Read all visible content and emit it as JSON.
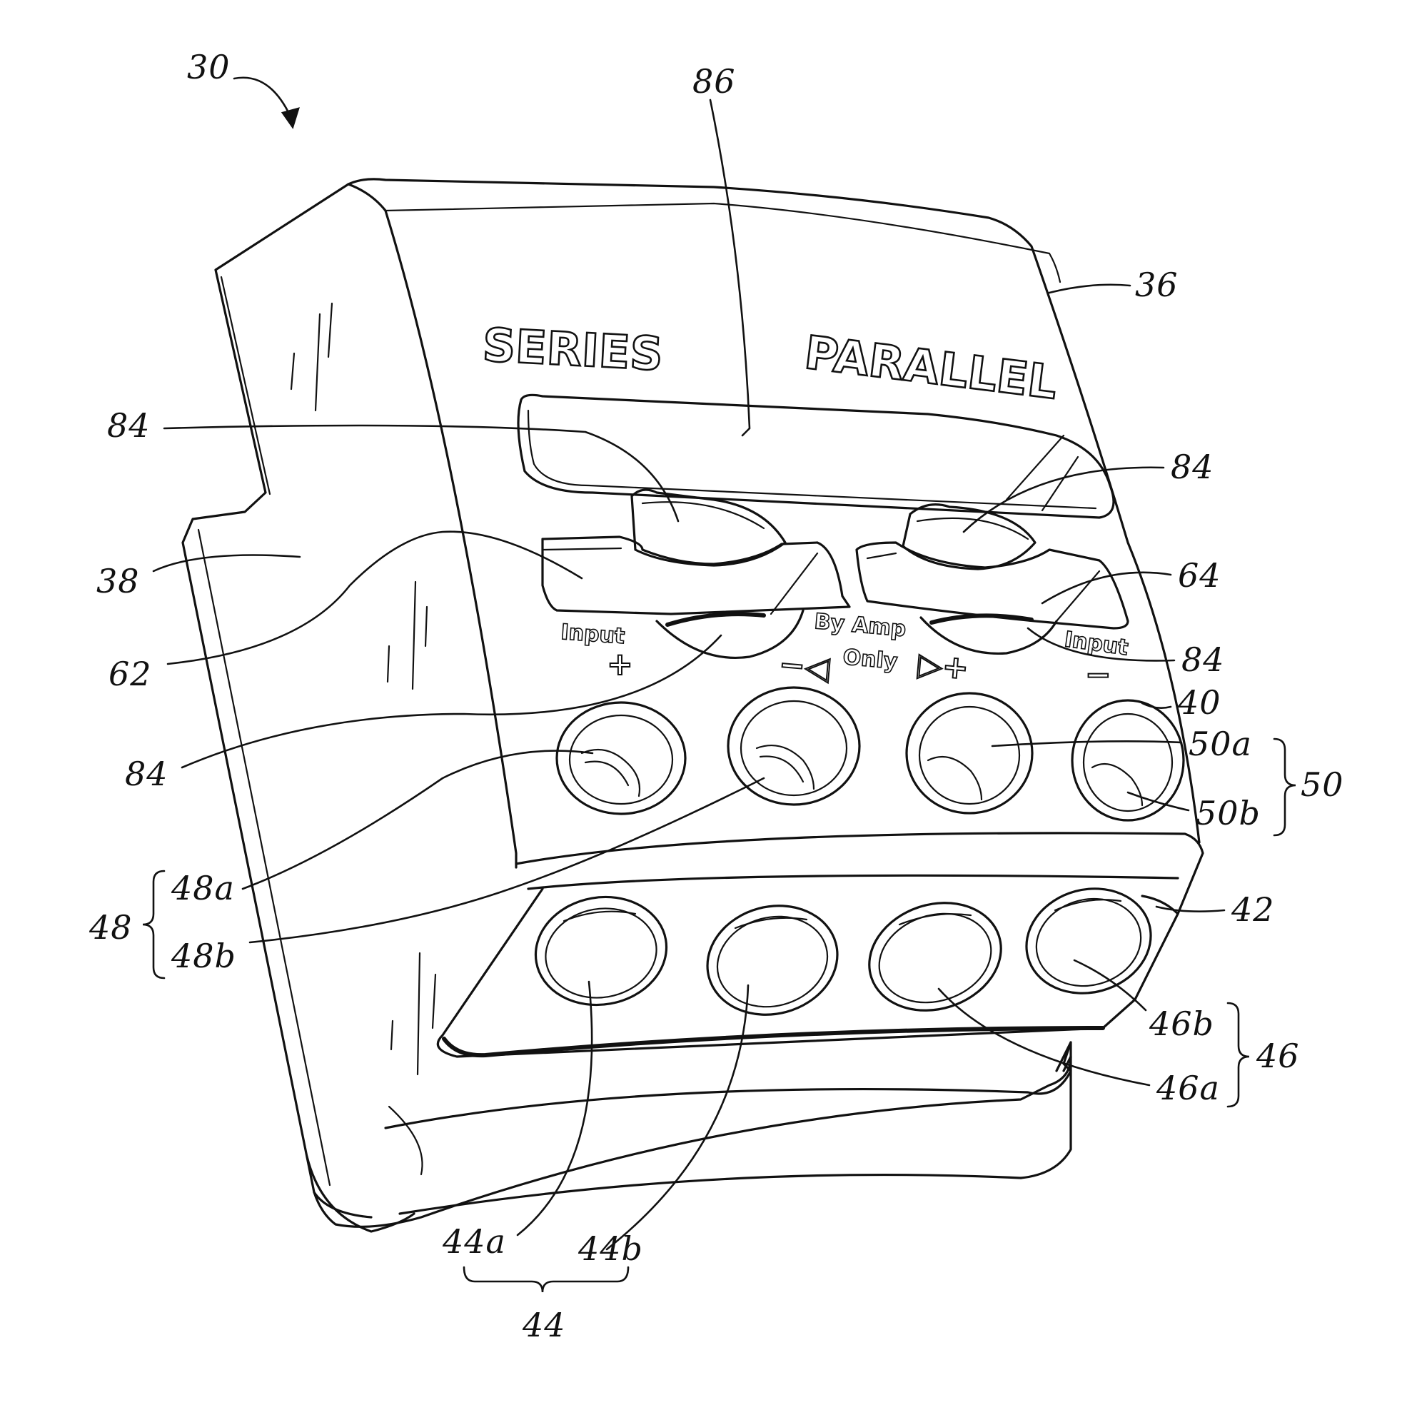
{
  "figure": {
    "panel_text": {
      "series": "SERIES",
      "parallel": "PARALLEL",
      "input_left": "Input",
      "input_right": "Input",
      "plus_left": "+",
      "minus_right": "−",
      "by_amp": "By Amp",
      "only": "Only",
      "minus_left_arrow": "−◁",
      "plus_right_arrow": "▷+"
    },
    "reference_numerals": {
      "r30": "30",
      "r86": "86",
      "r36": "36",
      "r84_a": "84",
      "r84_b": "84",
      "r84_c": "84",
      "r84_d": "84",
      "r38": "38",
      "r64": "64",
      "r62": "62",
      "r40": "40",
      "r50a": "50a",
      "r50": "50",
      "r50b": "50b",
      "r48a": "48a",
      "r48": "48",
      "r48b": "48b",
      "r42": "42",
      "r46b": "46b",
      "r46": "46",
      "r46a": "46a",
      "r44a": "44a",
      "r44b": "44b",
      "r44": "44"
    }
  }
}
